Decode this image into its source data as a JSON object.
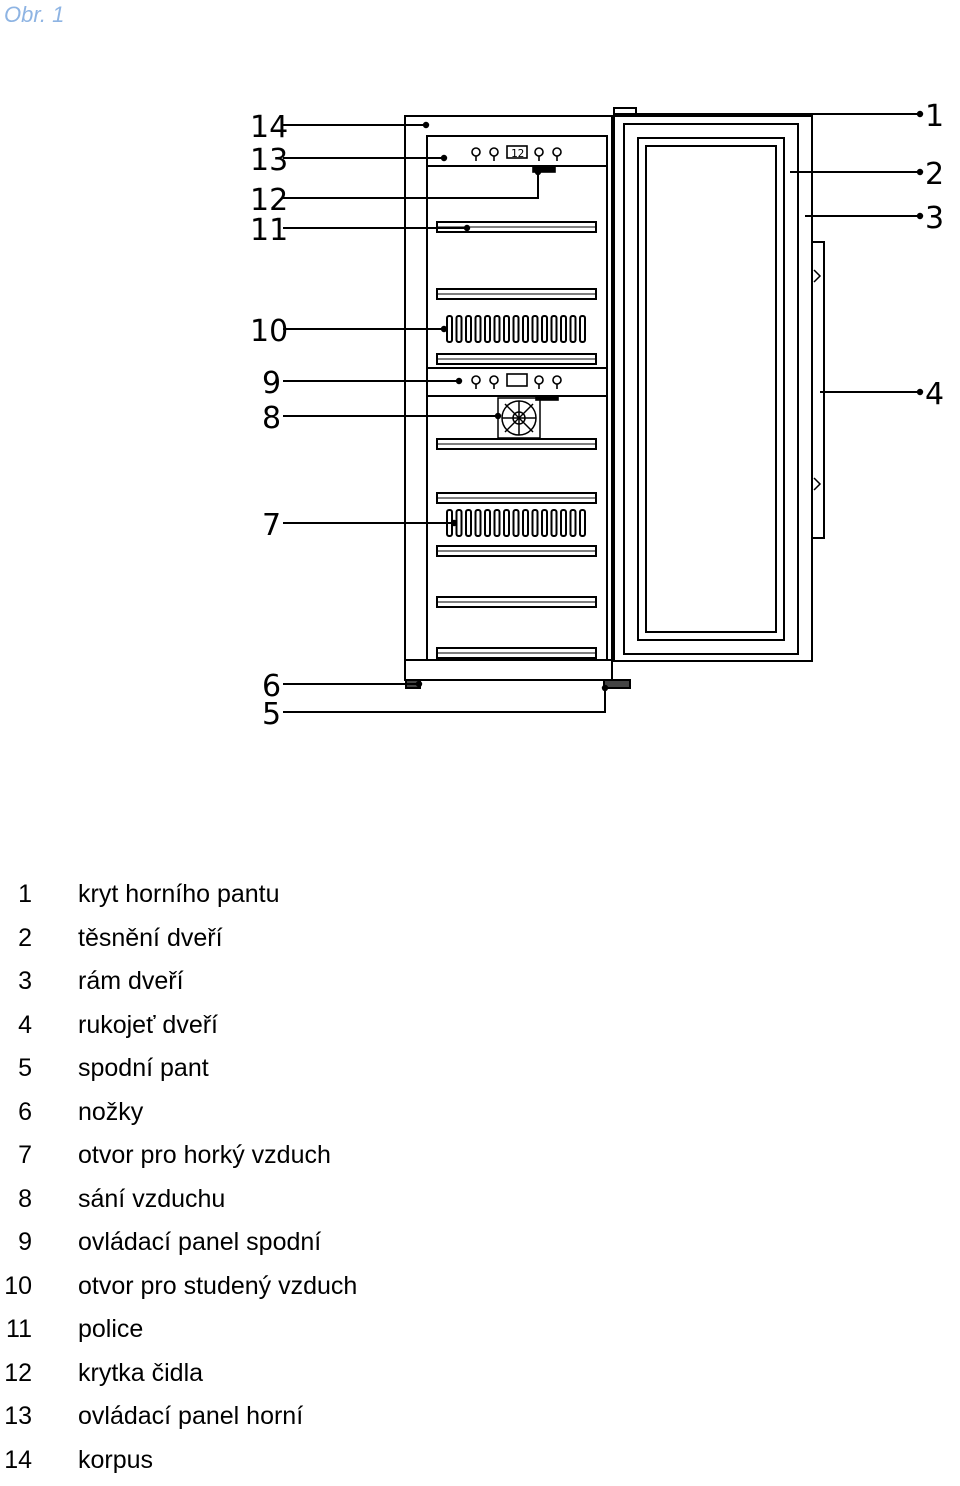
{
  "figure": {
    "caption": "Obr. 1"
  },
  "diagram": {
    "callouts": {
      "1": "1",
      "2": "2",
      "3": "3",
      "4": "4",
      "5": "5",
      "6": "6",
      "7": "7",
      "8": "8",
      "9": "9",
      "10": "10",
      "11": "11",
      "12": "12",
      "13": "13",
      "14": "14"
    },
    "display_text": "12"
  },
  "legend": [
    {
      "num": "1",
      "text": "kryt horního pantu"
    },
    {
      "num": "2",
      "text": "těsnění dveří"
    },
    {
      "num": "3",
      "text": "rám dveří"
    },
    {
      "num": "4",
      "text": "rukojeť dveří"
    },
    {
      "num": "5",
      "text": "spodní pant"
    },
    {
      "num": "6",
      "text": "nožky"
    },
    {
      "num": "7",
      "text": "otvor pro horký vzduch"
    },
    {
      "num": "8",
      "text": "sání vzduchu"
    },
    {
      "num": "9",
      "text": "ovládací panel spodní"
    },
    {
      "num": "10",
      "text": "otvor pro studený vzduch"
    },
    {
      "num": "11",
      "text": "police"
    },
    {
      "num": "12",
      "text": "krytka čidla"
    },
    {
      "num": "13",
      "text": "ovládací panel horní"
    },
    {
      "num": "14",
      "text": "korpus"
    }
  ]
}
